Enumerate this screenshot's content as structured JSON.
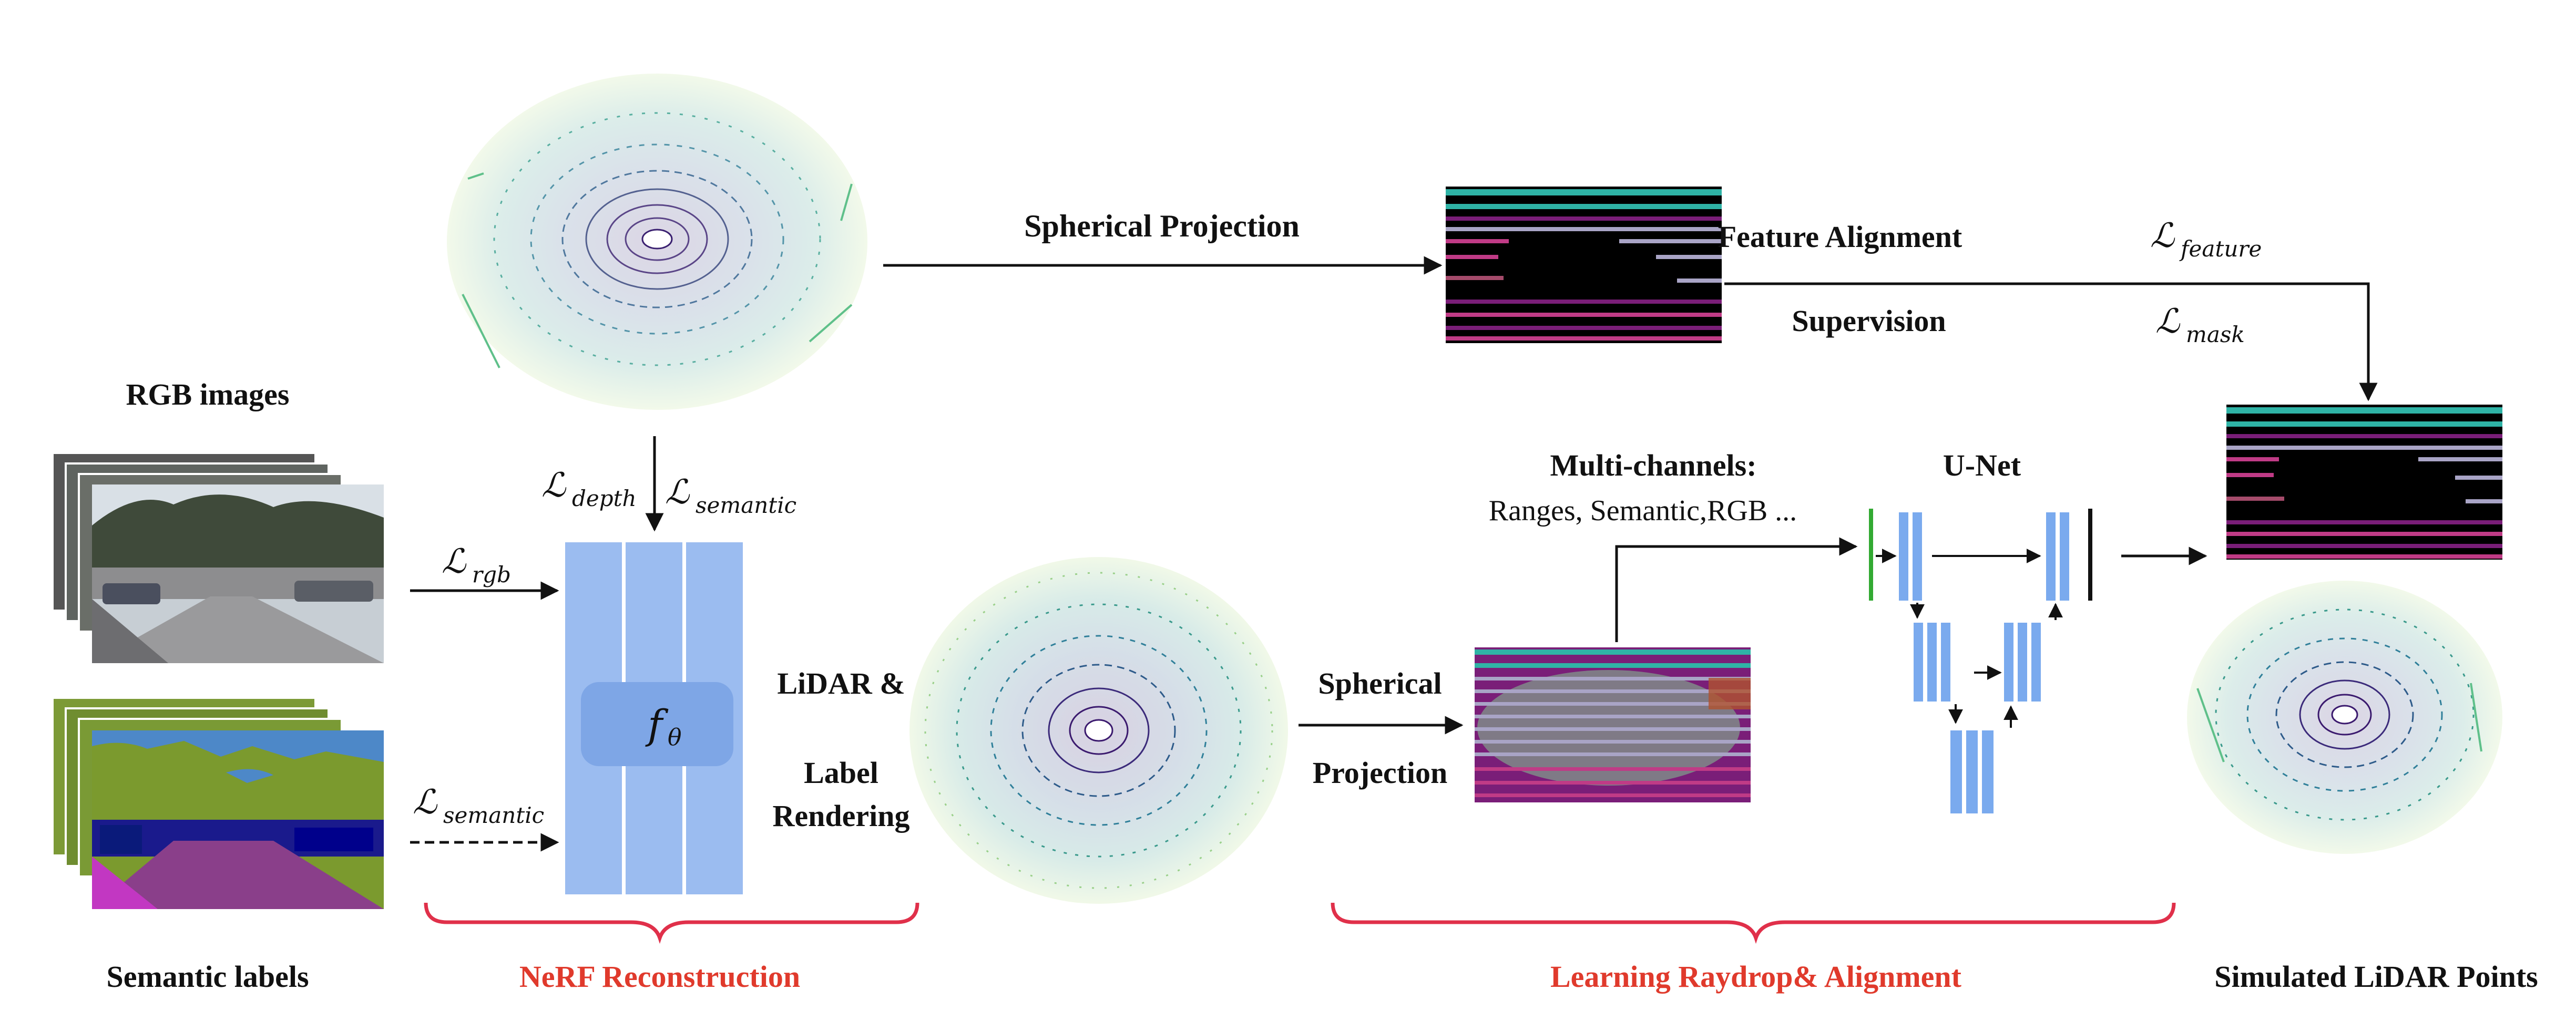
{
  "labels": {
    "rgb_images": "RGB images",
    "semantic_labels": "Semantic labels",
    "spherical_projection_top": "Spherical  Projection",
    "feature_alignment": "Feature Alignment",
    "supervision": "Supervision",
    "multi_channels_title": "Multi-channels:",
    "multi_channels_list": "Ranges, Semantic,RGB ...",
    "unet": "U-Net",
    "lidar_and": "LiDAR &",
    "label": "Label",
    "rendering": "Rendering",
    "spherical": "Spherical",
    "projection": "Projection",
    "simulated_lidar_points": "Simulated LiDAR Points"
  },
  "losses": {
    "depth_symbol": "ℒ",
    "depth_sub": "depth",
    "semantic_symbol": "ℒ",
    "semantic_sub": "semantic",
    "rgb_symbol": "ℒ",
    "rgb_sub": "rgb",
    "semantic2_symbol": "ℒ",
    "semantic2_sub": "semantic",
    "feature_symbol": "ℒ",
    "feature_sub": "feature",
    "mask_symbol": "ℒ",
    "mask_sub": "mask"
  },
  "network": {
    "symbol": "f",
    "sub": "θ"
  },
  "stages": {
    "nerf": "NeRF Reconstruction",
    "raydrop": "Learning Raydrop& Alignment"
  },
  "colors": {
    "accent_red": "#e03a2c",
    "nerf_blue": "#9bbcf0",
    "unet_blue": "#7aaaee",
    "range_teal": "#2fb3a6",
    "range_magenta": "#7a1e78",
    "range_pink": "#c03b86",
    "range_gray": "#a9a4c6",
    "unet_green": "#33aa33"
  }
}
